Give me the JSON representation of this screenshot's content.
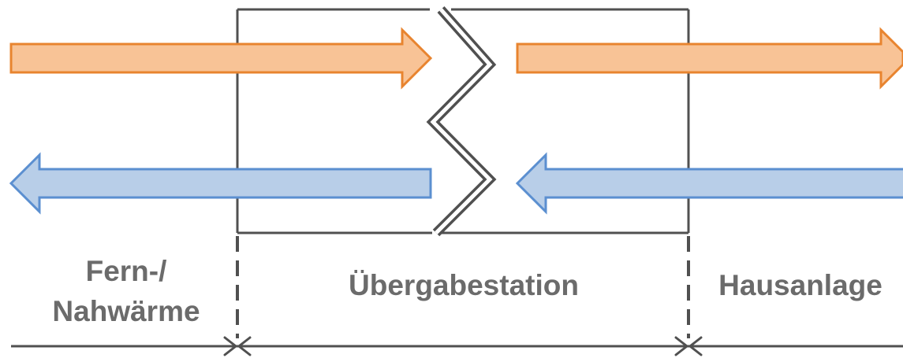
{
  "labels": {
    "section_left_line1": "Fern-/",
    "section_left_line2": "Nahwärme",
    "section_middle": "Übergabestation",
    "section_right": "Hausanlage"
  },
  "colors": {
    "supply_fill": "#f8c396",
    "supply_stroke": "#e8842f",
    "return_fill": "#b8cee8",
    "return_stroke": "#5b8fd0",
    "line": "#505050",
    "text": "#6b6b6b"
  },
  "icons": {
    "supply": "arrow-right",
    "return": "arrow-left",
    "heat_exchanger": "zigzag-separator"
  }
}
